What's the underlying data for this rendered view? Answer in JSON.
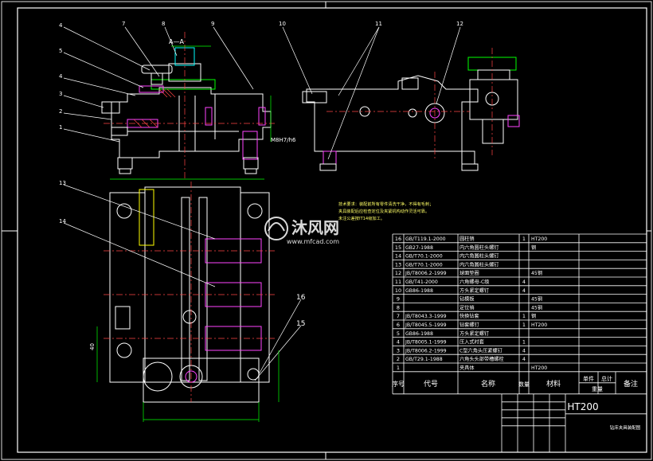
{
  "drawing": {
    "callouts_top": [
      "4",
      "5",
      "4",
      "3",
      "2",
      "1",
      "7",
      "8",
      "9",
      "10",
      "11",
      "12"
    ],
    "callouts_plan": [
      "13",
      "14",
      "16",
      "15"
    ],
    "fit_label": "M8H7/h6",
    "section_label": "A—A",
    "dim_vertical": "40",
    "notes": [
      "技术要求：装配前所有零件清洗干净，不得有毛刺；",
      "夹具装配后应检查定位及夹紧机构动作灵活可靠。",
      "未注公差按IT14级加工。"
    ],
    "watermark": {
      "brand": "沐风网",
      "url": "www.mfcad.com"
    }
  },
  "bom": {
    "rows": [
      {
        "no": "16",
        "code": "GB/T119.1-2000",
        "name": "圆柱销",
        "qty": "1",
        "material": "HT200"
      },
      {
        "no": "15",
        "code": "GB27-1988",
        "name": "内六角圆柱头螺钉",
        "qty": "",
        "material": "钢"
      },
      {
        "no": "14",
        "code": "GB/T70.1-2000",
        "name": "内六角圆柱头螺钉",
        "qty": "",
        "material": ""
      },
      {
        "no": "13",
        "code": "GB/T70.1-2000",
        "name": "内六角圆柱头螺钉",
        "qty": "",
        "material": ""
      },
      {
        "no": "12",
        "code": "JB/T8006.2-1999",
        "name": "球面垫圈",
        "qty": "",
        "material": "45钢"
      },
      {
        "no": "11",
        "code": "GB/T41-2000",
        "name": "六角螺母-C级",
        "qty": "4",
        "material": ""
      },
      {
        "no": "10",
        "code": "GB86-1988",
        "name": "方头紧定螺钉",
        "qty": "4",
        "material": ""
      },
      {
        "no": "9",
        "code": "",
        "name": "钻模板",
        "qty": "",
        "material": "45钢"
      },
      {
        "no": "8",
        "code": "",
        "name": "定位销",
        "qty": "",
        "material": "45钢"
      },
      {
        "no": "7",
        "code": "JB/T8043.3-1999",
        "name": "快换钻套",
        "qty": "1",
        "material": "钢"
      },
      {
        "no": "6",
        "code": "JB/T8045.5-1999",
        "name": "钻套螺钉",
        "qty": "1",
        "material": "HT200"
      },
      {
        "no": "5",
        "code": "GB86-1988",
        "name": "方头紧定螺钉",
        "qty": "",
        "material": ""
      },
      {
        "no": "4",
        "code": "JB/T8005.1-1999",
        "name": "压入式衬套",
        "qty": "1",
        "material": ""
      },
      {
        "no": "3",
        "code": "JB/T8006.2-1999",
        "name": "C型六角头压紧螺钉",
        "qty": "4",
        "material": ""
      },
      {
        "no": "2",
        "code": "GB/T29.1-1988",
        "name": "六角头头部带槽螺栓",
        "qty": "4",
        "material": ""
      },
      {
        "no": "1",
        "code": "",
        "name": "夹具体",
        "qty": "",
        "material": "HT200"
      }
    ],
    "headers": {
      "no": "序号",
      "code": "代号",
      "name": "名称",
      "qty": "数量",
      "material": "材料",
      "unit_weight": "单件",
      "total_weight": "总计",
      "weight": "重量",
      "remark": "备注"
    },
    "title_block": {
      "material": "HT200",
      "name": "钻床夹具装配图"
    }
  }
}
